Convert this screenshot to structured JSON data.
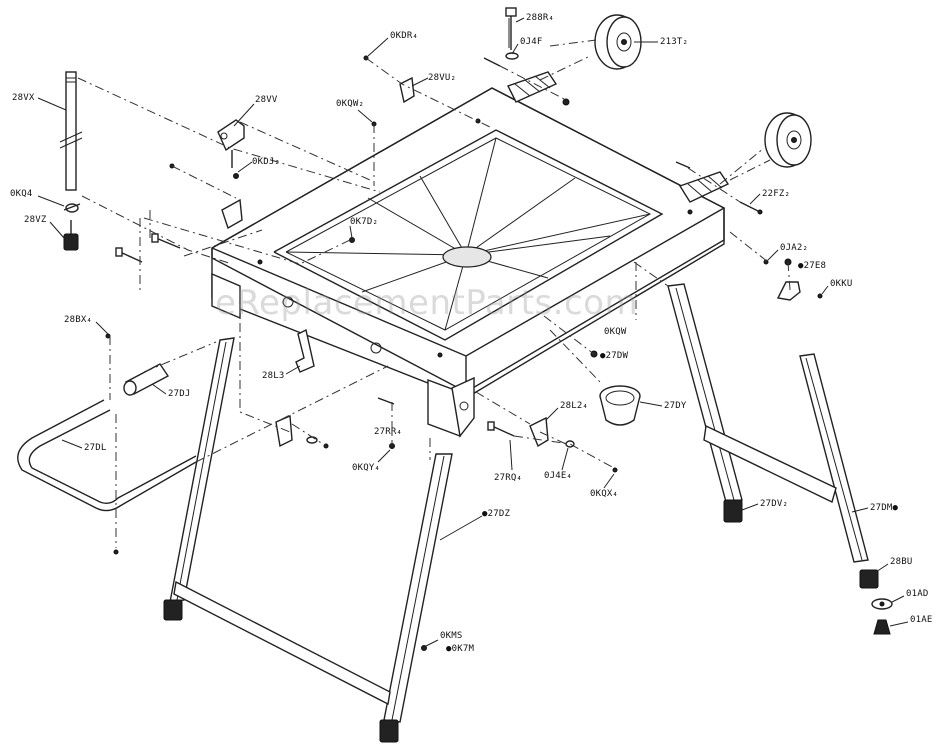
{
  "watermark": "eReplacementParts.com",
  "labels": {
    "p28VX": "28VX",
    "p0KQ4": "0KQ4",
    "p28VZ": "28VZ",
    "p28VV": "28VV",
    "p0KDJ": "0KDJ₂",
    "p0KDR": "0KDR₄",
    "p28VU": "28VU₂",
    "p0KQW_top": "0KQW₂",
    "p0K7D": "0K7D₂",
    "p288R": "288R₄",
    "p0J4F": "0J4F",
    "p213T": "213T₂",
    "p22FZ": "22FZ₂",
    "p0JA2": "0JA2₂",
    "p27E8": "●27E8",
    "p0KKU": "0KKU",
    "p28BX": "28BX₄",
    "p27DJ": "27DJ",
    "p28L3": "28L3",
    "p27DL": "27DL",
    "p0KQW_mid": "0KQW",
    "p27DW": "●27DW",
    "p27RR": "27RR₄",
    "p0KQY": "0KQY₄",
    "p28L2": "28L2₄",
    "p27DY": "27DY",
    "p0J4E": "0J4E₄",
    "p27RQ": "27RQ₄",
    "p0KQX": "0KQX₄",
    "p27DZ": "●27DZ",
    "p27DV": "27DV₂",
    "p27DM": "27DM●",
    "p28BU": "28BU",
    "p01AD": "01AD",
    "p01AE": "01AE",
    "p0KMS": "0KMS",
    "p0K7M": "●0K7M"
  }
}
